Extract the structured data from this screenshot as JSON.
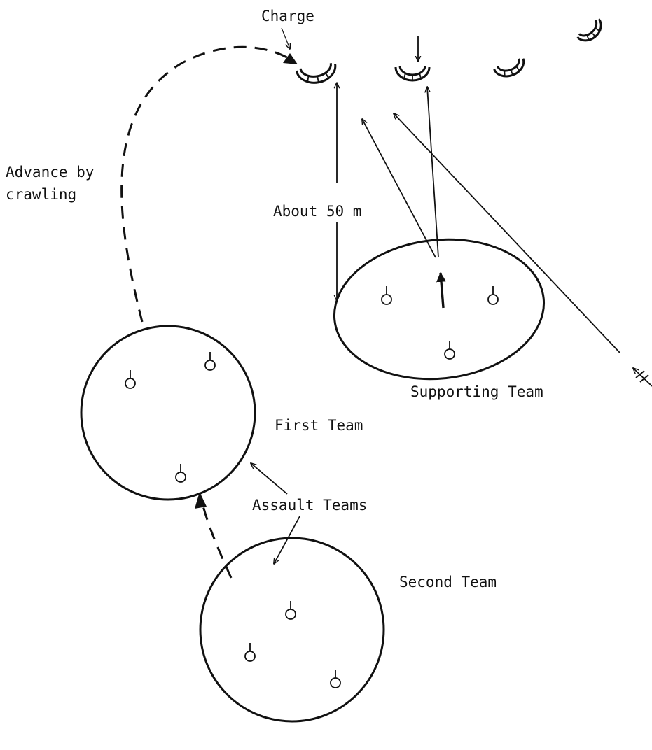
{
  "labels": {
    "charge": "Charge",
    "advance_line1": "Advance by",
    "advance_line2": "crawling",
    "distance": "About 50 m",
    "supporting_team": "Supporting Team",
    "first_team": "First Team",
    "assault_teams": "Assault Teams",
    "second_team": "Second Team"
  },
  "colors": {
    "ink": "#111111",
    "background": "#ffffff"
  },
  "icons": [
    "soldier-icon",
    "bunker-icon",
    "enemy-fire-icon"
  ]
}
